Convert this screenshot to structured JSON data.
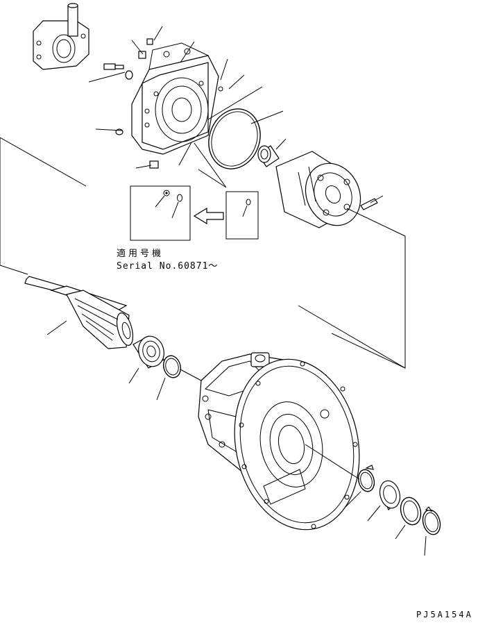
{
  "applicable_note": {
    "title": "適用号機",
    "serial": "Serial No.60871～"
  },
  "drawing_code": "PJ5A154A",
  "colors": {
    "ink": "#000000",
    "paper": "#ffffff"
  }
}
